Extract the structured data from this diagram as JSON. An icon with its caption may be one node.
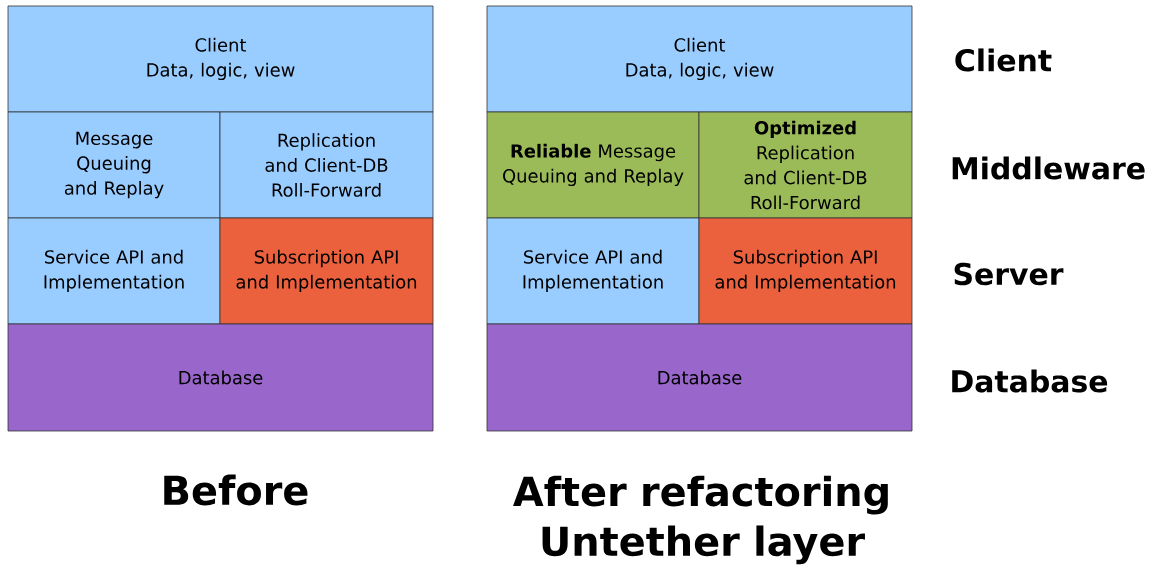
{
  "diagram": {
    "nodes": [
      {
        "text": [
          "Client",
          "Data, logic, view"
        ]
      },
      {
        "text": [
          "Message Queuing and Replay"
        ]
      },
      {
        "text": [
          "Replication and Client-DB Roll-Forward"
        ]
      },
      {
        "text": [
          "Service API and Implementation"
        ]
      },
      {
        "text": [
          "Subscription API and Implementation"
        ]
      },
      {
        "text": [
          "Database"
        ]
      },
      {
        "text": [
          "Client",
          "Data, logic, view"
        ]
      },
      {
        "text": [
          "**Reliable** Message Queuing and Replay"
        ]
      },
      {
        "text": [
          "**Optimized** Replication and Client-DB Roll-Forward"
        ]
      },
      {
        "text": [
          "Service API and Implementation"
        ]
      },
      {
        "text": [
          "Subscription API and Implementation"
        ]
      },
      {
        "text": [
          "Database"
        ]
      }
    ],
    "labels": [
      "Client",
      "Middleware",
      "Server",
      "Database",
      "Before",
      "After refactoring Untether layer"
    ]
  }
}
